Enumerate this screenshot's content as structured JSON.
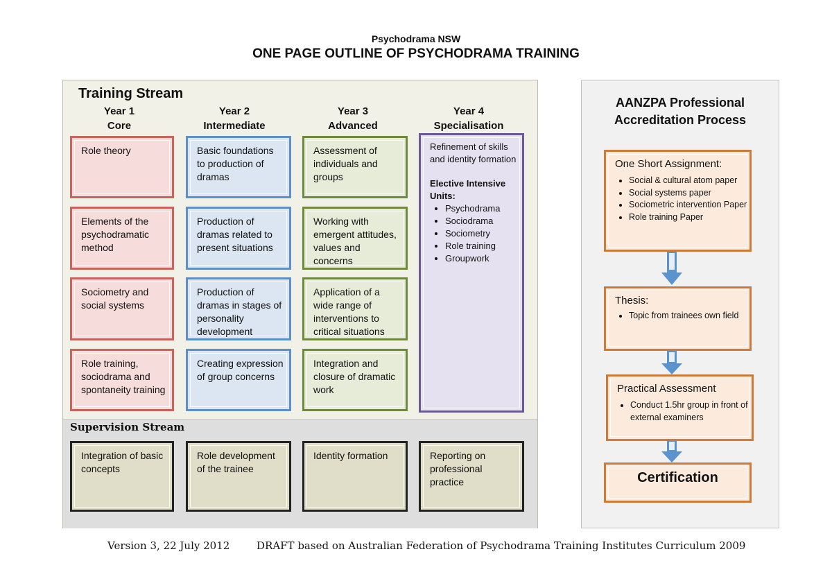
{
  "header": {
    "org": "Psychodrama NSW",
    "title": "ONE PAGE OUTLINE OF PSYCHODRAMA TRAINING"
  },
  "training_stream": {
    "title": "Training Stream",
    "years": [
      {
        "line1": "Year 1",
        "line2": "Core"
      },
      {
        "line1": "Year 2",
        "line2": "Intermediate"
      },
      {
        "line1": "Year 3",
        "line2": "Advanced"
      },
      {
        "line1": "Year 4",
        "line2": "Specialisation"
      }
    ],
    "year1": [
      "Role theory",
      "Elements of the psychodramatic method",
      "Sociometry and social systems",
      "Role training, sociodrama and spontaneity training"
    ],
    "year2": [
      "Basic foundations to production of dramas",
      "Production of dramas related to present situations",
      "Production of dramas in stages of personality development",
      "Creating expression of group concerns"
    ],
    "year3": [
      "Assessment of individuals and groups",
      "Working with emergent attitudes, values and concerns",
      "Application of a wide range of interventions to critical situations",
      "Integration and closure of dramatic work"
    ],
    "year4": {
      "intro": "Refinement of skills and identity formation",
      "elective_title": "Elective Intensive Units:",
      "units": [
        "Psychodrama",
        "Sociodrama",
        "Sociometry",
        "Role training",
        "Groupwork"
      ]
    }
  },
  "supervision_stream": {
    "title": "Supervision Stream",
    "items": [
      "Integration of basic concepts",
      "Role development of the trainee",
      "Identity formation",
      "Reporting on professional practice"
    ]
  },
  "accreditation": {
    "title_line1": "AANZPA Professional",
    "title_line2": "Accreditation Process",
    "step1": {
      "head": "One Short Assignment:",
      "items": [
        "Social & cultural atom paper",
        "Social systems paper",
        "Sociometric intervention Paper",
        "Role training Paper"
      ]
    },
    "step2": {
      "head": "Thesis:",
      "items": [
        "Topic from trainees own field"
      ]
    },
    "step3": {
      "head": "Practical Assessment",
      "items": [
        "Conduct 1.5hr group in front of external examiners"
      ]
    },
    "step4": {
      "head": "Certification"
    }
  },
  "footer": {
    "version": "Version 3, 22 July 2012",
    "draft": "DRAFT based on Australian Federation of Psychodrama Training Institutes Curriculum 2009"
  },
  "colors": {
    "year1_border": "#c9645d",
    "year2_border": "#5f8fc8",
    "year3_border": "#6e8a3f",
    "year4_border": "#6b5a92",
    "supervision_border": "#222222",
    "accreditation_border": "#d07a3a",
    "arrow": "#5b93cf"
  }
}
